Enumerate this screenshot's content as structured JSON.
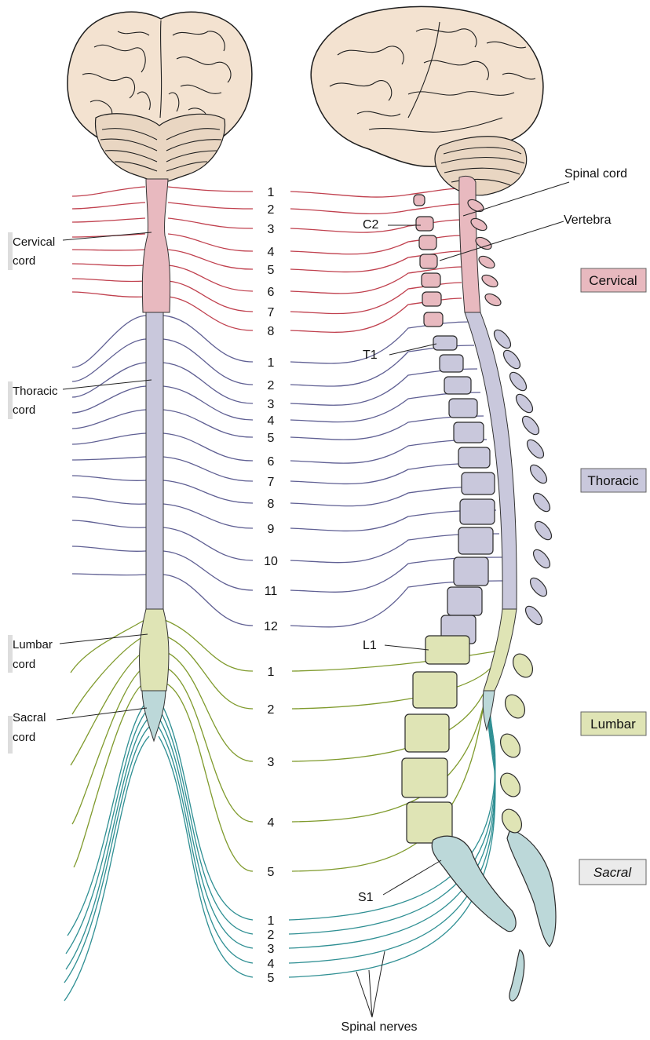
{
  "labels": {
    "cervical_cord": [
      "Cervical",
      "cord"
    ],
    "thoracic_cord": [
      "Thoracic",
      "cord"
    ],
    "lumbar_cord": [
      "Lumbar",
      "cord"
    ],
    "sacral_cord": [
      "Sacral",
      "cord"
    ],
    "spinal_cord": "Spinal cord",
    "vertebra": "Vertebra",
    "c2": "C2",
    "t1": "T1",
    "l1": "L1",
    "s1": "S1",
    "spinal_nerves": "Spinal nerves"
  },
  "regions": {
    "cervical": "Cervical",
    "thoracic": "Thoracic",
    "lumbar": "Lumbar",
    "sacral": "Sacral"
  },
  "colors": {
    "cervical": "#e8b9bf",
    "thoracic": "#c9c8dc",
    "lumbar": "#dfe4b5",
    "sacral": "#bcd8d9",
    "cervical_nerve": "#c0404e",
    "thoracic_nerve": "#5f5f93",
    "lumbar_nerve": "#7f9a2c",
    "sacral_nerve": "#2f8f93",
    "brain": "#f3e2d0"
  },
  "nerve_numbers": {
    "cervical": [
      "1",
      "2",
      "3",
      "4",
      "5",
      "6",
      "7",
      "8"
    ],
    "thoracic": [
      "1",
      "2",
      "3",
      "4",
      "5",
      "6",
      "7",
      "8",
      "9",
      "10",
      "11",
      "12"
    ],
    "lumbar": [
      "1",
      "2",
      "3",
      "4",
      "5"
    ],
    "sacral": [
      "1",
      "2",
      "3",
      "4",
      "5"
    ]
  }
}
